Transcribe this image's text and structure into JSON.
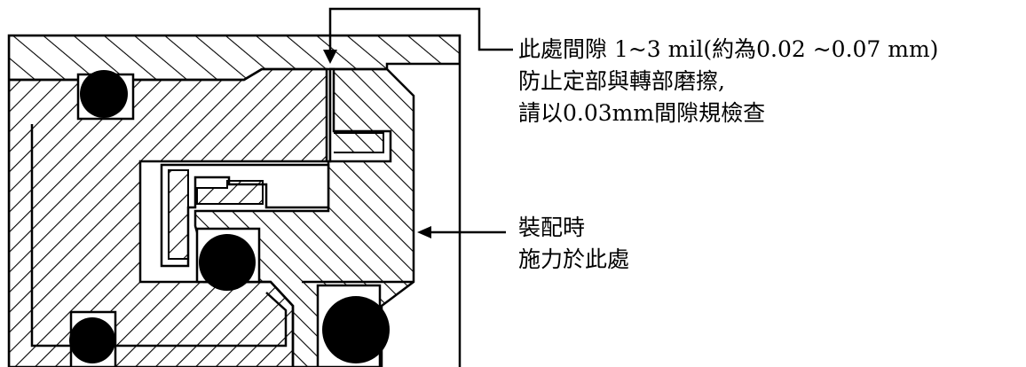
{
  "annotations": {
    "gap_note": {
      "lines": [
        "此處間隙 1~3 mil(約為0.02 ~0.07 mm)",
        "防止定部與轉部磨擦,",
        "請以0.03mm間隙規檢查"
      ]
    },
    "force_note": {
      "lines": [
        "裝配時",
        "施力於此處"
      ]
    }
  },
  "colors": {
    "ink": "#000000",
    "paper": "#ffffff"
  }
}
